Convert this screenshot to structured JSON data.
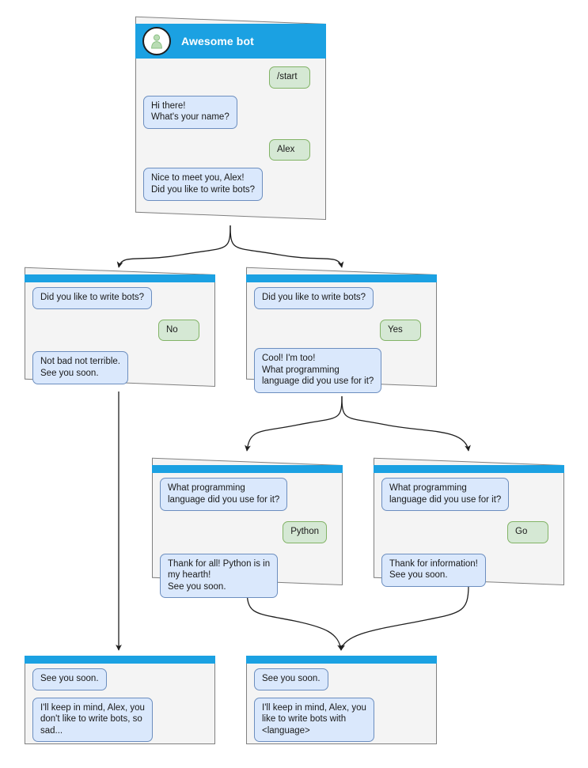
{
  "diagram": {
    "title": "Awesome bot conversation flow",
    "colors": {
      "node_header": "#1ba1e2",
      "node_background": "#f4f4f4",
      "node_border": "#808080",
      "bot_bubble_fill": "#dae8fc",
      "bot_bubble_border": "#6c8ebf",
      "user_bubble_fill": "#d5e8d4",
      "user_bubble_border": "#82b366",
      "edge": "#1f1f1f",
      "page_background": "#ffffff"
    }
  },
  "nodes": {
    "root": {
      "id": "root",
      "header_title": "Awesome bot",
      "avatar_icon": "user-avatar-icon",
      "messages": [
        {
          "from": "user",
          "text": "/start"
        },
        {
          "from": "bot",
          "text": "Hi there!\nWhat's your name?"
        },
        {
          "from": "user",
          "text": "Alex"
        },
        {
          "from": "bot",
          "text": "Nice to meet you, Alex!\nDid you like to write bots?"
        }
      ]
    },
    "no_branch": {
      "id": "no_branch",
      "messages": [
        {
          "from": "bot",
          "text": "Did you like to write bots?"
        },
        {
          "from": "user",
          "text": "No"
        },
        {
          "from": "bot",
          "text": "Not bad not terrible.\nSee you soon."
        }
      ]
    },
    "yes_branch": {
      "id": "yes_branch",
      "messages": [
        {
          "from": "bot",
          "text": "Did you like to write bots?"
        },
        {
          "from": "user",
          "text": "Yes"
        },
        {
          "from": "bot",
          "text": "Cool! I'm too!\nWhat programming\nlanguage did you use for it?"
        }
      ]
    },
    "python_branch": {
      "id": "python_branch",
      "messages": [
        {
          "from": "bot",
          "text": "What programming\nlanguage did you use for it?"
        },
        {
          "from": "user",
          "text": "Python"
        },
        {
          "from": "bot",
          "text": "Thank for all! Python is in\nmy hearth!\nSee you soon."
        }
      ]
    },
    "go_branch": {
      "id": "go_branch",
      "messages": [
        {
          "from": "bot",
          "text": "What programming\nlanguage did you use for it?"
        },
        {
          "from": "user",
          "text": "Go"
        },
        {
          "from": "bot",
          "text": "Thank for information!\nSee you soon."
        }
      ]
    },
    "end_no": {
      "id": "end_no",
      "messages": [
        {
          "from": "bot",
          "text": "See you soon."
        },
        {
          "from": "bot",
          "text": "I'll keep in mind, Alex, you\ndon't like to write bots, so\nsad..."
        }
      ]
    },
    "end_yes": {
      "id": "end_yes",
      "messages": [
        {
          "from": "bot",
          "text": "See you soon."
        },
        {
          "from": "bot",
          "text": "I'll keep in mind, Alex, you\nlike to write bots with\n<language>"
        }
      ]
    }
  }
}
